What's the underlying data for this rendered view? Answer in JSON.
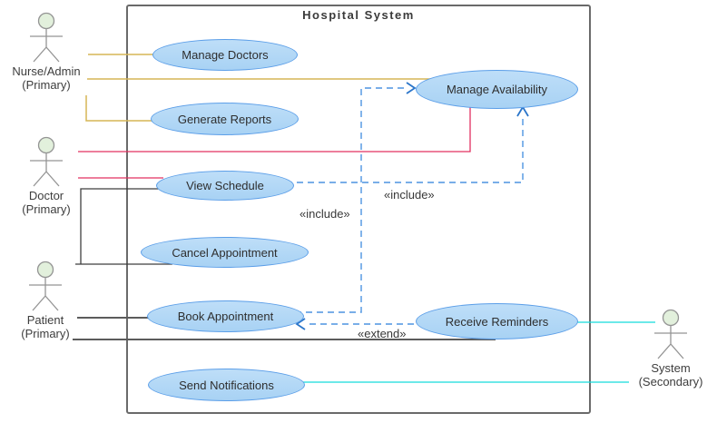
{
  "diagram": {
    "title": "Hospital System"
  },
  "actors": [
    {
      "id": "nurse-admin",
      "name": "Nurse/Admin",
      "role": "(Primary)"
    },
    {
      "id": "doctor",
      "name": "Doctor",
      "role": "(Primary)"
    },
    {
      "id": "patient",
      "name": "Patient",
      "role": "(Primary)"
    },
    {
      "id": "system",
      "name": "System",
      "role": "(Secondary)"
    }
  ],
  "use_cases": [
    {
      "id": "manage-doctors",
      "label": "Manage Doctors"
    },
    {
      "id": "generate-reports",
      "label": "Generate Reports"
    },
    {
      "id": "manage-availability",
      "label": "Manage Availability"
    },
    {
      "id": "view-schedule",
      "label": "View Schedule"
    },
    {
      "id": "cancel-appointment",
      "label": "Cancel Appointment"
    },
    {
      "id": "book-appointment",
      "label": "Book Appointment"
    },
    {
      "id": "receive-reminders",
      "label": "Receive Reminders"
    },
    {
      "id": "send-notifications",
      "label": "Send Notifications"
    }
  ],
  "connections": [
    {
      "from": "Nurse/Admin",
      "to": "Manage Doctors",
      "type": "association",
      "color": "#d6b656"
    },
    {
      "from": "Nurse/Admin",
      "to": "Manage Availability",
      "type": "association",
      "color": "#d6b656"
    },
    {
      "from": "Nurse/Admin",
      "to": "Generate Reports",
      "type": "association",
      "color": "#d6b656"
    },
    {
      "from": "Doctor",
      "to": "Manage Availability",
      "type": "association",
      "color": "#e23060"
    },
    {
      "from": "Doctor",
      "to": "View Schedule",
      "type": "association",
      "color": "#e23060"
    },
    {
      "from": "Doctor",
      "to": "Cancel Appointment",
      "type": "association",
      "color": "#3f3f3f"
    },
    {
      "from": "Patient",
      "to": "Book Appointment",
      "type": "association",
      "color": "#5c5c5c"
    },
    {
      "from": "Patient",
      "to": "Receive Reminders",
      "type": "association",
      "color": "#5c5c5c"
    },
    {
      "from": "Receive Reminders",
      "to": "System",
      "type": "association",
      "color": "#14dcdc"
    },
    {
      "from": "Send Notifications",
      "to": "System",
      "type": "association",
      "color": "#14dcdc"
    },
    {
      "from": "View Schedule",
      "to": "Manage Availability",
      "type": "include",
      "label": "«include»",
      "color": "#4d94e0"
    },
    {
      "from": "Book Appointment",
      "to": "Manage Availability",
      "type": "include",
      "label": "«include»",
      "color": "#4d94e0"
    },
    {
      "from": "Receive Reminders",
      "to": "Book Appointment",
      "type": "extend",
      "label": "«extend»",
      "color": "#4d94e0"
    }
  ],
  "colors": {
    "usecase_fill": "#b3d8f6",
    "usecase_border": "#5b9ee8",
    "actor_head_fill": "#e2f0dc",
    "actor_stroke": "#949494",
    "boundary_border": "#6a6a6a",
    "yellow_edge": "#d6b656",
    "red_edge": "#e23060",
    "dark_edge": "#4a4a4a",
    "cyan_edge": "#14dcdc",
    "dashed_blue_edge": "#4d94e0",
    "arrowhead_blue": "#2a75c9"
  }
}
